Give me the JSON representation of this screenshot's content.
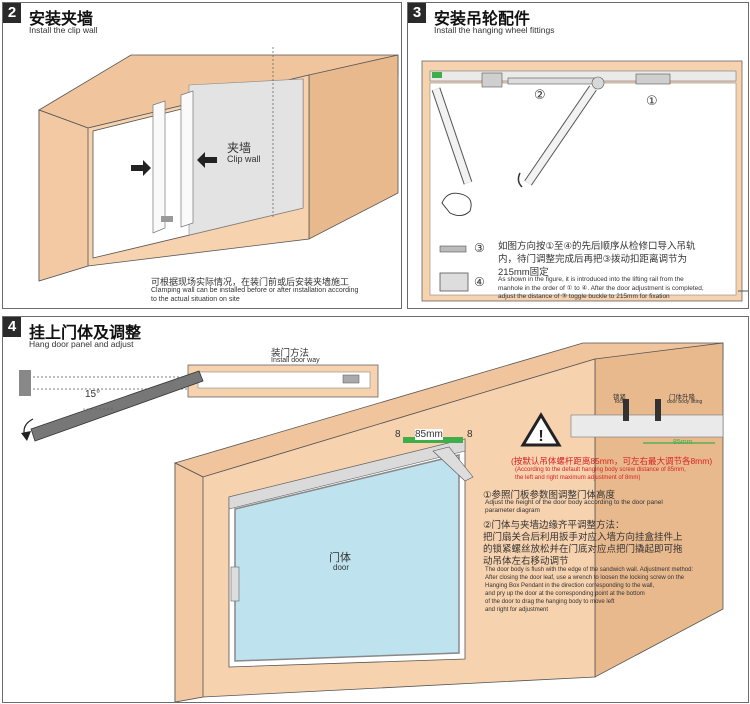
{
  "step2": {
    "num": "2",
    "title_zh": "安装夹墙",
    "title_en": "Install the clip wall",
    "label_zh": "夹墙",
    "label_en": "Clip wall",
    "note_zh": "可根据现场实际情况，在装门前或后安装夹墙施工",
    "note_en_1": "Clamping wall can be installed before or after installation according",
    "note_en_2": "to the actual situation on site"
  },
  "step3": {
    "num": "3",
    "title_zh": "安装吊轮配件",
    "title_en": "Install the hanging wheel fittings",
    "circle1": "①",
    "circle2": "②",
    "circle3": "③",
    "circle4": "④",
    "desc_zh_1": "如图方向按①至④的先后顺序从检修口导入吊轨",
    "desc_zh_2": "内，待门调整完成后再把③拨动扣距离调节为",
    "desc_zh_3": "215mm固定",
    "desc_en_1": "As shown in the figure, it is introduced into the lifting rail from the",
    "desc_en_2": "manhole in the order of ① to ④. After the door adjustment is completed,",
    "desc_en_3": "adjust the distance of ③ toggle buckle to 215mm for fixation"
  },
  "step4": {
    "num": "4",
    "title_zh": "挂上门体及调整",
    "title_en": "Hang door panel and adjust",
    "install_way_zh": "装门方法",
    "install_way_en": "Install door way",
    "angle": "15°",
    "dim_left": "8",
    "dim_mid": "85mm",
    "dim_right": "8",
    "lock_zh": "锁紧",
    "lock_en": "lock",
    "lift_zh": "门体升降",
    "lift_en": "door body lifting",
    "dim_small": "85mm",
    "warn_zh_1": "(按默认吊体螺杆距离85mm，可左右最大调节各8mm)",
    "warn_en_1": "(According to the default hanging body screw distance of 85mm,",
    "warn_en_2": "the left and right maximum adjustment of 8mm)",
    "item1_zh": "①参照门板参数图调整门体高度",
    "item1_en_1": "Adjust the height of the door body according to the door panel",
    "item1_en_2": "parameter diagram",
    "item2_zh_1": "②门体与夹墙边缘齐平调整方法：",
    "item2_zh_2": "把门扇关合后利用扳手对应入墙方向挂盒挂件上",
    "item2_zh_3": "的锁紧螺丝放松并在门底对应点把门撬起即可拖",
    "item2_zh_4": "动吊体左右移动调节",
    "item2_en_1": "The door body is flush with the edge of the sandwich wall. Adjustment method:",
    "item2_en_2": "After closing the door leaf, use a wrench to loosen the locking screw on the",
    "item2_en_3": "Hanging Box Pendant in the direction corresponding to the wall,",
    "item2_en_4": "and pry up the door at the corresponding point at the bottom",
    "item2_en_5": "of the door to drag the hanging body to move left",
    "item2_en_6": "and right for adjustment",
    "door_zh": "门体",
    "door_en": "door"
  },
  "colors": {
    "wall": "#f6d2ae",
    "wall_side": "#e9b98e",
    "glass": "#bfe3ee",
    "green": "#3fae48",
    "red": "#d82222"
  }
}
